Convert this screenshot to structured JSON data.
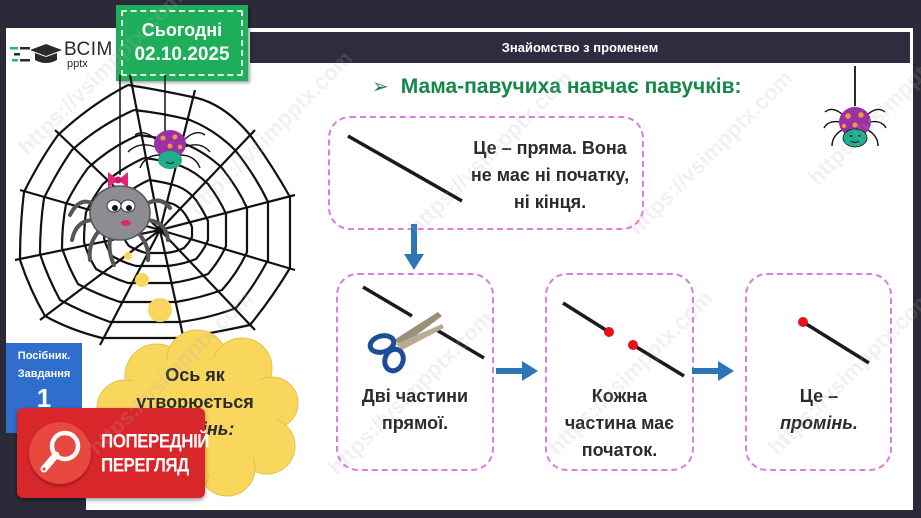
{
  "slide": {
    "title": "Знайомство з променем",
    "heading": "Мама-павучиха навчає павучків:",
    "heading_bullet": "➢"
  },
  "logo": {
    "main": "ВСІМ",
    "sub": "pptx"
  },
  "date_tab": {
    "label": "Сьогодні",
    "date": "02.10.2025"
  },
  "boxes": {
    "line": {
      "lines": [
        "Це – пряма. Вона",
        "не має ні початку,",
        "ні кінця."
      ]
    },
    "cut": {
      "lines": [
        "Дві частини",
        "прямої."
      ]
    },
    "start": {
      "lines": [
        "Кожна",
        "частина має",
        "початок."
      ]
    },
    "ray": {
      "line1": "Це –",
      "line2": "промінь."
    }
  },
  "cloud": {
    "lines": [
      "Ось як",
      "утворюється",
      "промінь:"
    ]
  },
  "manual": {
    "line1": "Посібник.",
    "line2": "Завдання",
    "number": "1"
  },
  "preview_badge": {
    "line1": "ПОПЕРЕДНІЙ",
    "line2": "ПЕРЕГЛЯД"
  },
  "watermark": "https://vsimpptx.com",
  "colors": {
    "frame": "#2b2a38",
    "title_bar": "#2e2d3f",
    "date_tab": "#1eae5a",
    "heading": "#16874a",
    "dashed_border": "#d67fdc",
    "arrow": "#2e75b6",
    "point": "#e8101a",
    "cloud": "#f9d65c",
    "manual_box": "#2f6ecc",
    "preview_badge": "#d9262b"
  }
}
